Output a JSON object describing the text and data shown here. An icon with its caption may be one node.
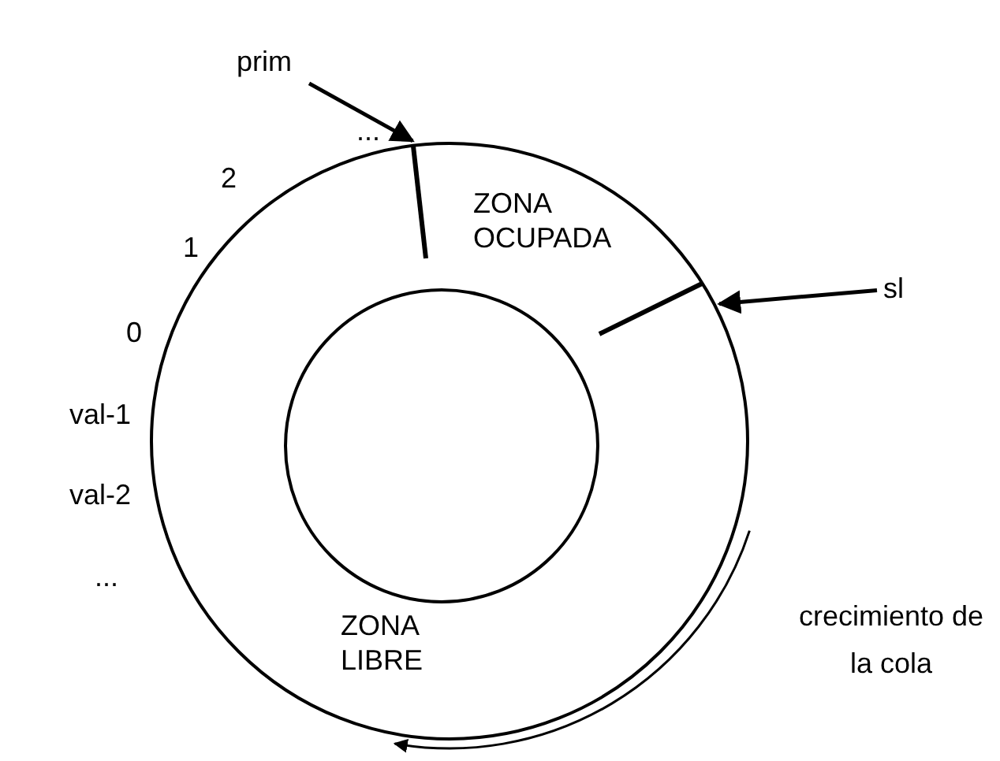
{
  "diagram": {
    "nodes": [
      {
        "text": [
          "prim"
        ]
      },
      {
        "text": [
          "sl"
        ]
      },
      {
        "text": [
          "ZONA OCUPADA",
          "ZONA LIBRE"
        ]
      },
      {
        "text": [],
        "shape": "circle",
        "in": 2
      }
    ],
    "edges": [
      {
        "from": 0,
        "to": 2,
        "arrow": "to"
      },
      {
        "from": 1,
        "to": 2,
        "arrow": "to"
      }
    ],
    "labels": [
      "...",
      "2",
      "1",
      "0",
      "val-1",
      "val-2",
      "...",
      "crecimiento de la cola"
    ]
  }
}
